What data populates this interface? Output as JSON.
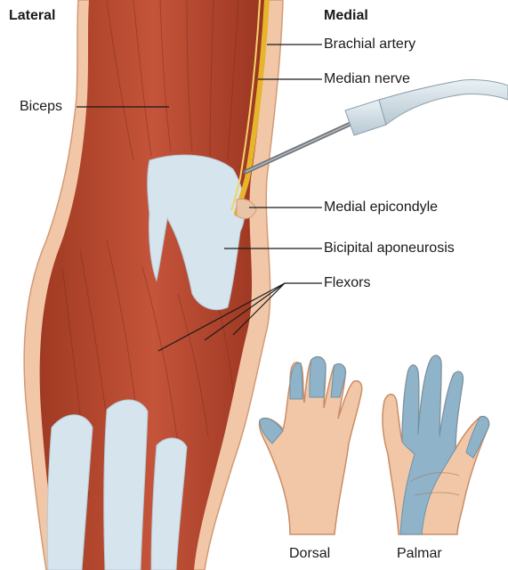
{
  "headings": {
    "lateral": "Lateral",
    "medial": "Medial"
  },
  "labels": {
    "brachial_artery": "Brachial artery",
    "median_nerve": "Median nerve",
    "biceps": "Biceps",
    "medial_epicondyle": "Medial epicondyle",
    "bicipital_aponeurosis": "Bicipital aponeurosis",
    "flexors": "Flexors"
  },
  "hand_captions": {
    "dorsal": "Dorsal",
    "palmar": "Palmar"
  },
  "colors": {
    "skin": "#f1c7a7",
    "skin_edge": "#d29a76",
    "muscle": "#b9482e",
    "muscle_dark": "#8e2f1c",
    "tendon": "#d6e4ee",
    "artery": "#e7b52c",
    "sensory_area": "#8fb3c9",
    "needle": "#8a8f94",
    "leader_line": "#1a1a1a"
  }
}
